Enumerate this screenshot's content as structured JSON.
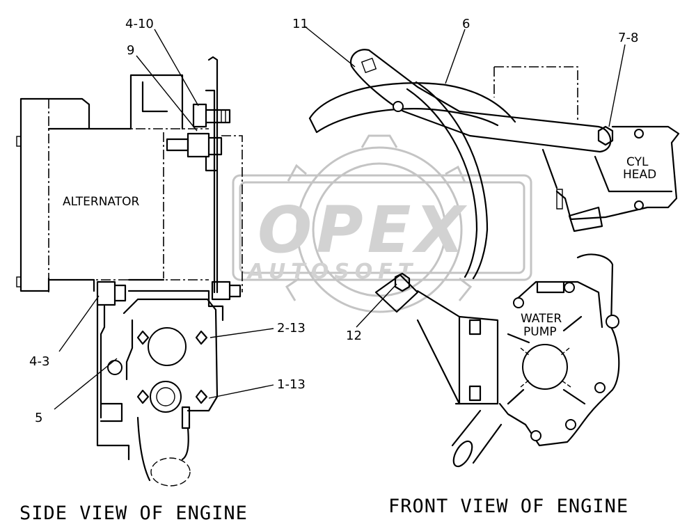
{
  "labels": {
    "alternator": "ALTERNATOR",
    "cyl_head_1": "CYL",
    "cyl_head_2": "HEAD",
    "water_pump_1": "WATER",
    "water_pump_2": "PUMP",
    "side_view": "SIDE VIEW OF ENGINE",
    "front_view": "FRONT VIEW OF ENGINE",
    "watermark": "OPEX",
    "watermark_sub": "AUTOSOFT"
  },
  "callouts": {
    "c_4_10": "4-10",
    "c_9": "9",
    "c_4_3": "4-3",
    "c_5": "5",
    "c_2_13": "2-13",
    "c_1_13": "1-13",
    "c_11": "11",
    "c_6": "6",
    "c_7_8": "7-8",
    "c_12": "12"
  }
}
